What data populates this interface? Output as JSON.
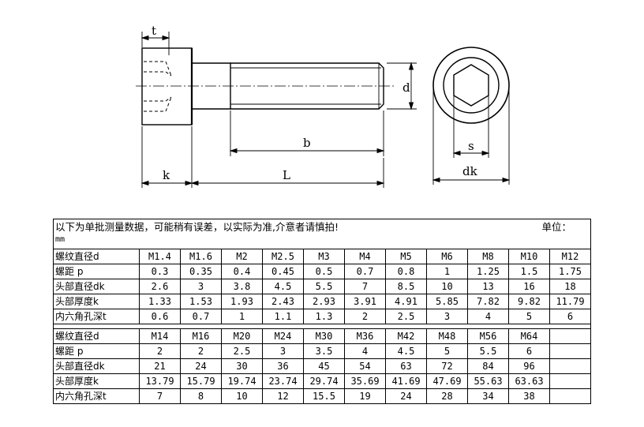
{
  "dims": {
    "t": "t",
    "d": "d",
    "b": "b",
    "k": "k",
    "L": "L",
    "s": "s",
    "dk": "dk"
  },
  "table": {
    "note": "以下为单批测量数据，可能稍有误差，以实际为准,介意者请慎拍!",
    "unit": "单位：",
    "mm": "mm",
    "groups": [
      {
        "rows": [
          {
            "label": "螺纹直径d",
            "values": [
              "M1.4",
              "M1.6",
              "M2",
              "M2.5",
              "M3",
              "M4",
              "M5",
              "M6",
              "M8",
              "M10",
              "M12"
            ]
          },
          {
            "label": "螺距 p",
            "values": [
              "0.3",
              "0.35",
              "0.4",
              "0.45",
              "0.5",
              "0.7",
              "0.8",
              "1",
              "1.25",
              "1.5",
              "1.75"
            ]
          },
          {
            "label": "头部直径dk",
            "values": [
              "2.6",
              "3",
              "3.8",
              "4.5",
              "5.5",
              "7",
              "8.5",
              "10",
              "13",
              "16",
              "18"
            ]
          },
          {
            "label": "头部厚度k",
            "values": [
              "1.33",
              "1.53",
              "1.93",
              "2.43",
              "2.93",
              "3.91",
              "4.91",
              "5.85",
              "7.82",
              "9.82",
              "11.79"
            ]
          },
          {
            "label": "内六角孔深t",
            "values": [
              "0.6",
              "0.7",
              "1",
              "1.1",
              "1.3",
              "2",
              "2.5",
              "3",
              "4",
              "5",
              "6"
            ]
          }
        ]
      },
      {
        "rows": [
          {
            "label": "螺纹直径d",
            "values": [
              "M14",
              "M16",
              "M20",
              "M24",
              "M30",
              "M36",
              "M42",
              "M48",
              "M56",
              "M64",
              ""
            ]
          },
          {
            "label": "螺距 p",
            "values": [
              "2",
              "2",
              "2.5",
              "3",
              "3.5",
              "4",
              "4.5",
              "5",
              "5.5",
              "6",
              ""
            ]
          },
          {
            "label": "头部直径dk",
            "values": [
              "21",
              "24",
              "30",
              "36",
              "45",
              "54",
              "63",
              "72",
              "84",
              "96",
              ""
            ]
          },
          {
            "label": "头部厚度k",
            "values": [
              "13.79",
              "15.79",
              "19.74",
              "23.74",
              "29.74",
              "35.69",
              "41.69",
              "47.69",
              "55.63",
              "63.63",
              ""
            ]
          },
          {
            "label": "内六角孔深t",
            "values": [
              "7",
              "8",
              "10",
              "12",
              "15.5",
              "19",
              "24",
              "28",
              "34",
              "38",
              ""
            ]
          }
        ]
      }
    ]
  }
}
